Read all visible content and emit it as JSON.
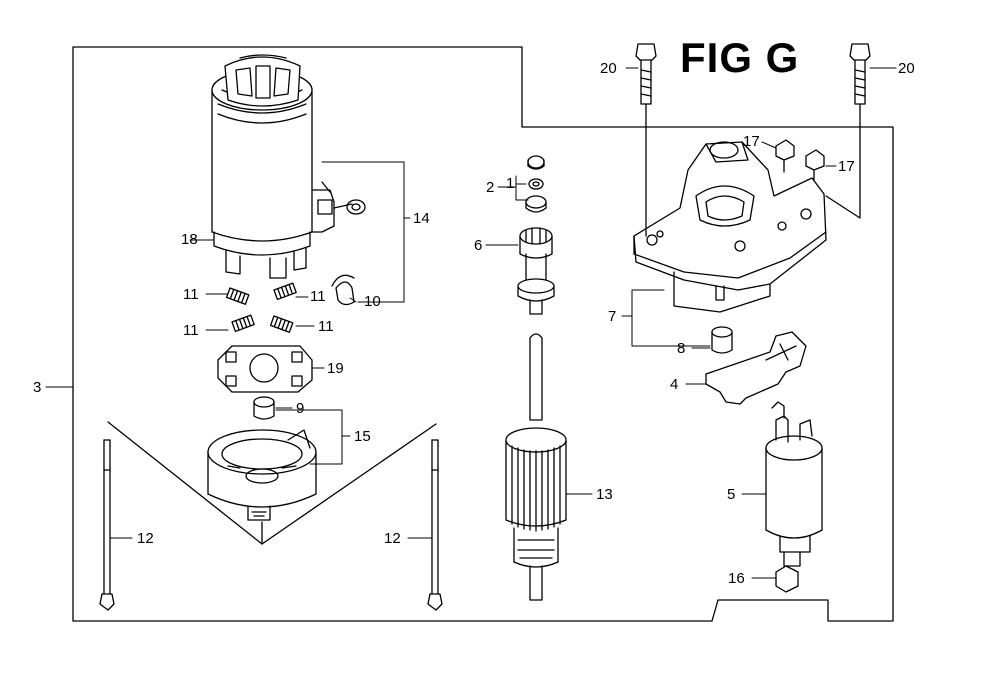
{
  "figure": {
    "title": "FIG G"
  },
  "callouts": {
    "c1": "1",
    "c2": "2",
    "c3": "3",
    "c4": "4",
    "c5": "5",
    "c6": "6",
    "c7": "7",
    "c8": "8",
    "c9": "9",
    "c10": "10",
    "c11a": "11",
    "c11b": "11",
    "c11c": "11",
    "c11d": "11",
    "c12a": "12",
    "c12b": "12",
    "c13": "13",
    "c14": "14",
    "c15": "15",
    "c16": "16",
    "c17a": "17",
    "c17b": "17",
    "c18": "18",
    "c19": "19",
    "c20a": "20",
    "c20b": "20"
  }
}
